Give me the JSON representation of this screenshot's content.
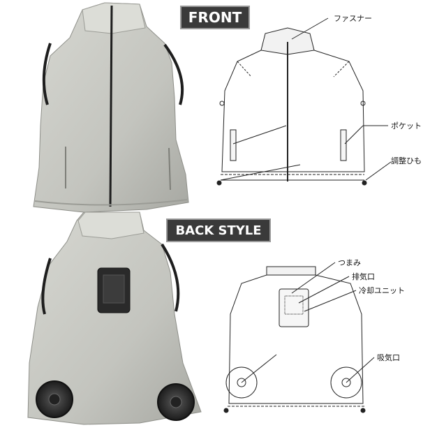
{
  "labels": {
    "front": "FRONT",
    "back": "BACK STYLE"
  },
  "front_diagram": {
    "fastener": "ファスナー",
    "pocket": "ポケット",
    "drawstring": "調整ひも"
  },
  "back_diagram": {
    "knob": "つまみ",
    "exhaust": "排気口",
    "cooling_unit": "冷却ユニット",
    "intake": "吸気口"
  },
  "colors": {
    "vest_fabric": "#c9cac4",
    "vest_shadow": "#a9aaa3",
    "trim": "#1e1e1e",
    "label_bg": "#3a3a3a"
  }
}
